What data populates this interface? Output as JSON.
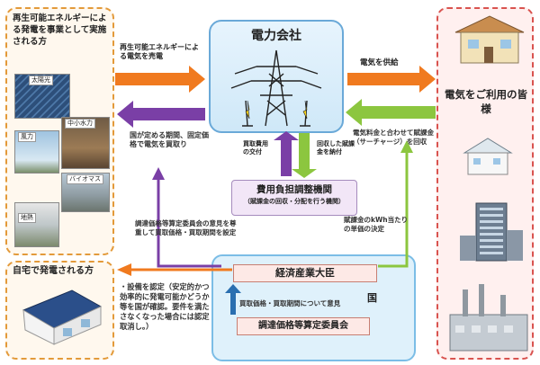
{
  "left_panel": {
    "title": "再生可能エネルギーによる発電を事業として実施される方",
    "photos": [
      "太陽光",
      "中小水力",
      "風力",
      "バイオマス",
      "地熱"
    ]
  },
  "left_panel2": {
    "title": "自宅で発電される方"
  },
  "center": {
    "title": "電力会社"
  },
  "right_panel": {
    "title": "電気をご利用の皆様"
  },
  "arrows": {
    "sell_electricity": "再生可能エネルギーによる電気を売電",
    "supply_electricity": "電気を供給",
    "buy_fixed_price": "国が定める期間、固定価格で電気を買取り",
    "collect_surcharge": "電気料金と合わせて賦課金（サーチャージ）を回収",
    "grant_cost": "買取費用の交付",
    "pay_surcharge": "回収した賦課金を納付",
    "set_price": "調達価格等算定委員会の意見を尊重して買取価格・買取期間を設定",
    "set_unit_price": "賦課金のkWh当たりの単価の決定",
    "certify": "・設備を認定（安定的かつ効率的に発電可能かどうか等を国が確認。要件を満たさなくなった場合には認定取消し。）",
    "opinion": "買取価格・買取期間について意見"
  },
  "adjust_org": {
    "title": "費用負担調整機関",
    "subtitle": "（賦課金の回収・分配を行う機関）"
  },
  "gov": {
    "label": "国",
    "minister": "経済産業大臣",
    "committee": "調達価格等算定委員会"
  },
  "colors": {
    "orange": "#f07a1f",
    "purple": "#7a3fa6",
    "green": "#8cc63f",
    "blue": "#2a6fb0"
  }
}
